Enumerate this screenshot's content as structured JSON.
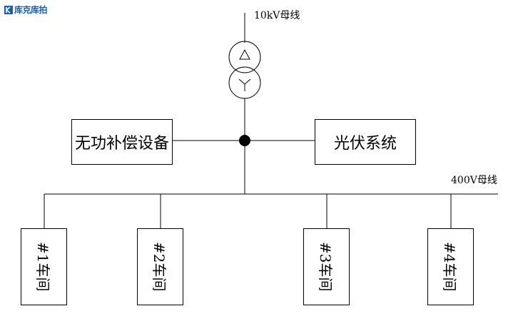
{
  "logo": {
    "text": "库克库拍",
    "color": "#1f5fa8",
    "icon": "logo-k-icon"
  },
  "bus_10kv": {
    "label": "10kV母线"
  },
  "transformer": {
    "icon_top": "delta-symbol-icon",
    "icon_bottom": "wye-symbol-icon"
  },
  "reactive_comp": {
    "label": "无功补偿设备"
  },
  "pv_system": {
    "label": "光伏系统"
  },
  "bus_400v": {
    "label": "400V母线"
  },
  "workshops": [
    {
      "label": "#1车间"
    },
    {
      "label": "#2车间"
    },
    {
      "label": "#3车间"
    },
    {
      "label": "#4车间"
    }
  ]
}
